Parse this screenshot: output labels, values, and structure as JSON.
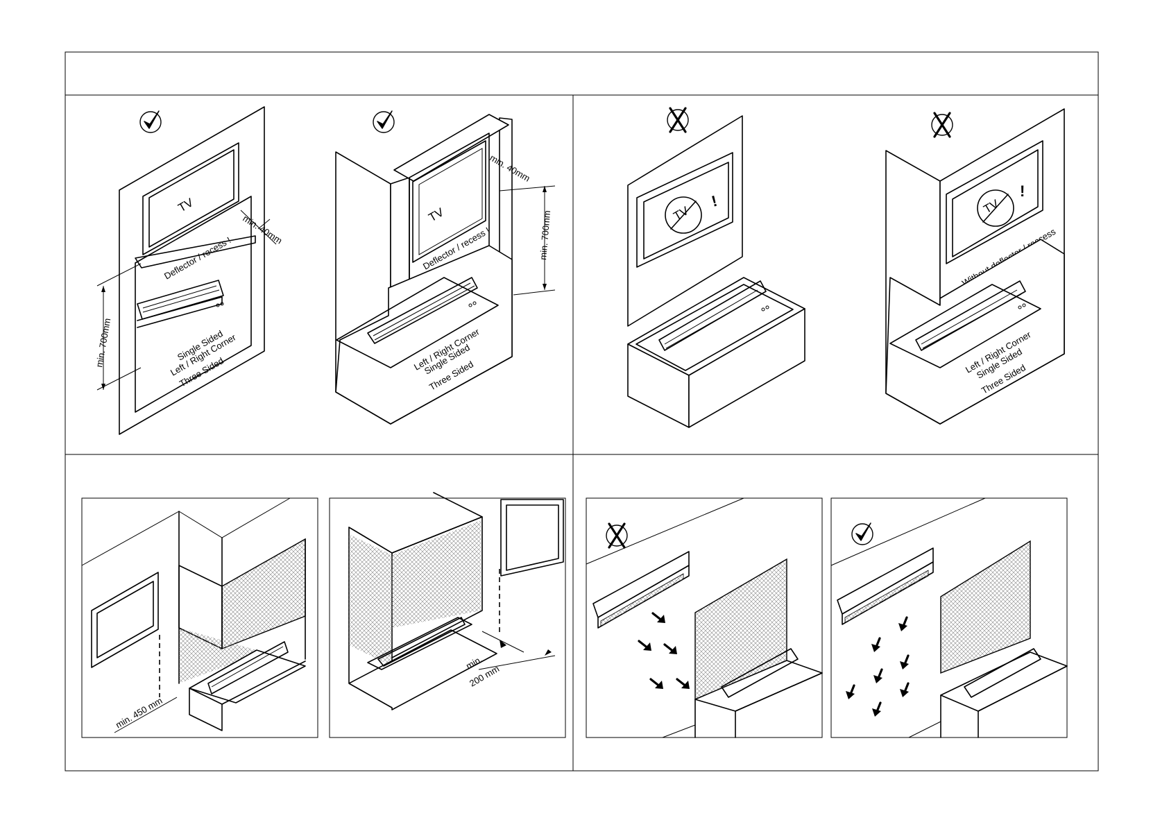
{
  "labels": {
    "tv": "TV",
    "deflector": "Deflector / recess !",
    "without_deflector": "Without deflector / reccess",
    "min_40": "min. 40mm",
    "min_700": "min. 700mm",
    "single_sided": "Single Sided",
    "corner": "Left / Right Corner",
    "three_sided": "Three Sided",
    "exclaim": "!",
    "min_450": "min. 450 mm",
    "min_200_a": "min.",
    "min_200_b": "200 mm"
  },
  "icons": {
    "ok": "check-mark-icon",
    "bad": "cross-mark-icon",
    "no_tv": "no-tv-icon",
    "airflow": "arrow-icon"
  },
  "colors": {
    "line": "#000000",
    "background": "#ffffff"
  }
}
